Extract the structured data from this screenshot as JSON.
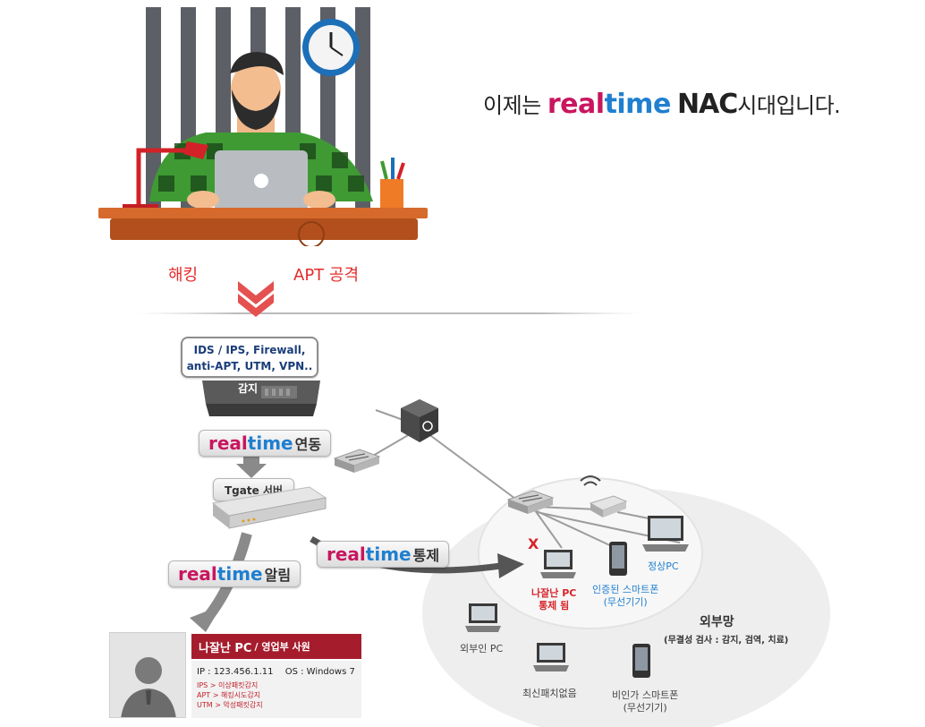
{
  "headline": {
    "prefix": "이제는",
    "brand_real": "real",
    "brand_time": "time",
    "brand_nac": "NAC",
    "suffix": "시대입니다."
  },
  "threats": {
    "hacking": "해킹",
    "apt": "APT 공격"
  },
  "security_box": {
    "line1": "IDS / IPS, Firewall,",
    "line2": "anti-APT, UTM, VPN..",
    "detect": "감지"
  },
  "pills": {
    "link": {
      "real": "real",
      "time": "time",
      "suffix": "연동"
    },
    "control": {
      "real": "real",
      "time": "time",
      "suffix": "통제"
    },
    "alert": {
      "real": "real",
      "time": "time",
      "suffix": "알림"
    }
  },
  "tgate_label": "Tgate 서버",
  "network": {
    "normal_pc": "정상PC",
    "infected_pc_line1": "나잘난 PC",
    "infected_pc_line2": "통제 됨",
    "auth_phone_line1": "인증된 스마트폰",
    "auth_phone_line2": "(무선기기)",
    "external_pc": "외부인 PC",
    "no_patch": "최신패치없음",
    "unauth_phone_line1": "비인가 스마트폰",
    "unauth_phone_line2": "(무선기기)",
    "external_net": "외부망",
    "integrity": "(무결성 검사 : 감지, 검역, 치료)",
    "x_mark": "X"
  },
  "info_card": {
    "title": "나잘난 PC",
    "subtitle": "/ 영업부 사원",
    "ip": "IP : 123.456.1.11",
    "os": "OS : Windows 7",
    "details": [
      "IPS  > 이상패킷감지",
      "APT > 해킹시도감지",
      "UTM > 악성패킷감지"
    ]
  },
  "colors": {
    "brand_pink": "#c8165f",
    "brand_blue": "#1f7fd0",
    "alert_red": "#e52c2c",
    "card_red": "#a51d2d"
  }
}
